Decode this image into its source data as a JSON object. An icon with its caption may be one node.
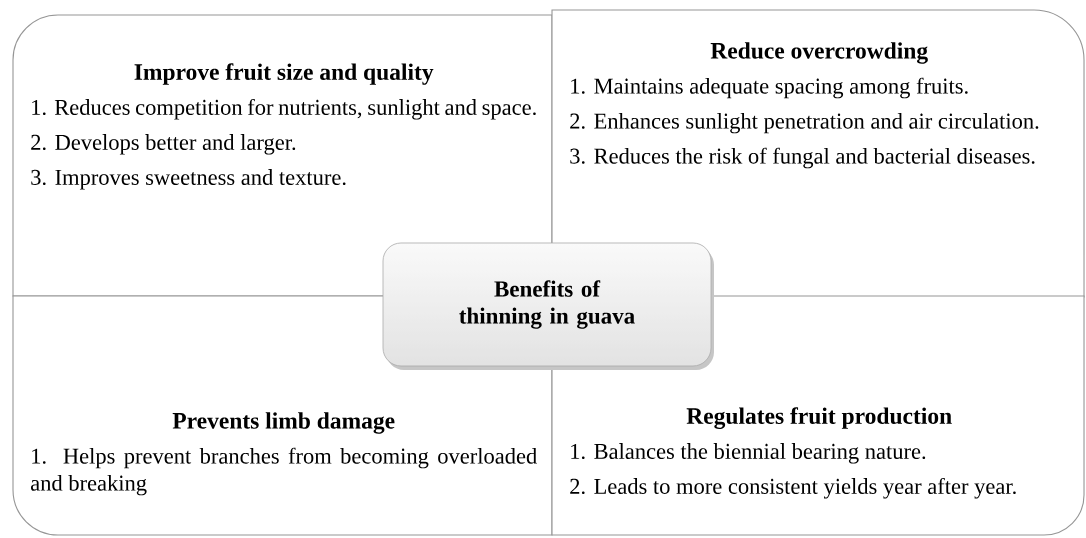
{
  "diagram": {
    "nodes": [
      {
        "text": [
          "Improve fruit size and quality",
          "1. Reduces competition for nutrients, sunlight and space.",
          "2. Develops better and larger.",
          "3. Improves sweetness and texture."
        ]
      },
      {
        "text": [
          "Reduce overcrowding",
          "1. Maintains adequate spacing among fruits.",
          "2. Enhances sunlight penetration and air circulation.",
          "3. Reduces the risk of fungal and bacterial diseases."
        ]
      },
      {
        "text": [
          "Benefits of thinning in guava"
        ]
      },
      {
        "text": [
          "Prevents limb damage",
          "1. Helps prevent branches from becoming overloaded and breaking"
        ]
      },
      {
        "text": [
          "Regulates fruit production",
          "1. Balances the biennial bearing nature.",
          "2. Leads to more consistent yields year after year."
        ]
      }
    ]
  }
}
